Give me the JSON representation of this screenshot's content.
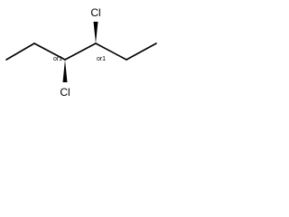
{
  "molecule": {
    "atoms": {
      "cl_top": "Cl",
      "cl_bottom": "Cl"
    },
    "stereo": {
      "left": "or1",
      "right": "or1"
    },
    "colors": {
      "bond": "#000000",
      "text": "#000000",
      "background": "#ffffff"
    }
  }
}
